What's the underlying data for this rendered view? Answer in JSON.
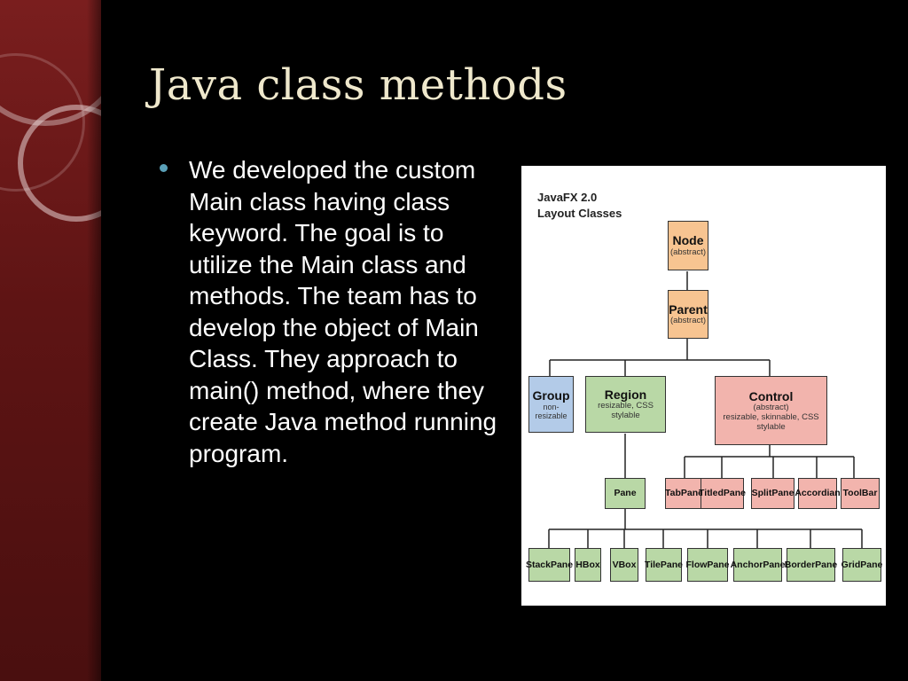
{
  "slide": {
    "title": "Java class methods",
    "bullet": "We developed the custom Main class having class keyword. The goal is to utilize the Main class and methods. The team has to develop the object of Main Class.  They approach to main() method, where they create Java method running program."
  },
  "figure": {
    "title_line1": "JavaFX 2.0",
    "title_line2": "Layout Classes",
    "node": {
      "name": "Node",
      "note": "(abstract)"
    },
    "parent": {
      "name": "Parent",
      "note": "(abstract)"
    },
    "group": {
      "name": "Group",
      "note": "non-resizable"
    },
    "region": {
      "name": "Region",
      "note": "resizable, CSS stylable"
    },
    "control": {
      "name": "Control",
      "note": "(abstract)",
      "note2": "resizable, skinnable, CSS stylable"
    },
    "control_children": [
      "TabPane",
      "TitledPane",
      "SplitPane",
      "Accordian",
      "ToolBar"
    ],
    "pane": "Pane",
    "pane_children": [
      "StackPane",
      "HBox",
      "VBox",
      "TilePane",
      "FlowPane",
      "AnchorPane",
      "BorderPane",
      "GridPane"
    ]
  },
  "colors": {
    "title": "#efe8cc",
    "bullet": "#5aa0b8",
    "sidebar": "#6b1a1a",
    "abstract_box": "#f7c491",
    "group_box": "#b3cbe8",
    "region_box": "#b9d8a6",
    "control_box": "#f2b4ad"
  }
}
